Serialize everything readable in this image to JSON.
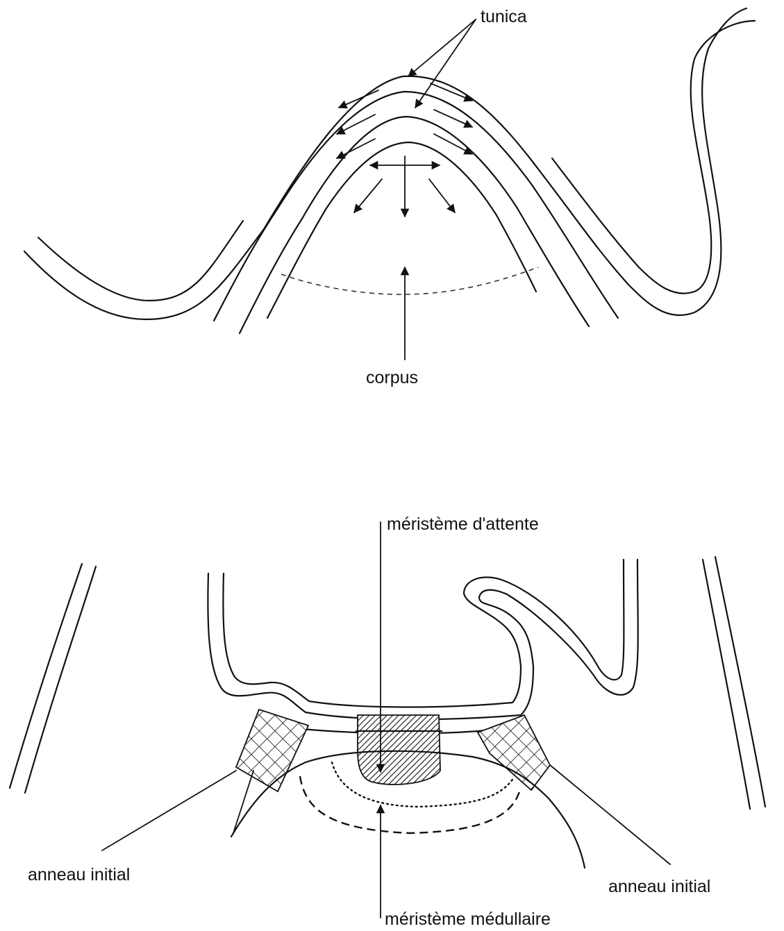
{
  "labels": {
    "tunica": "tunica",
    "corpus": "corpus",
    "meristeme_attente": "méristème d'attente",
    "anneau_initial_left": "anneau initial",
    "anneau_initial_right": "anneau initial",
    "meristeme_medullaire": "méristème médullaire"
  },
  "figures": [
    {
      "id": "top",
      "subject": "apex"
    },
    {
      "id": "bottom",
      "subject": "apex"
    }
  ]
}
